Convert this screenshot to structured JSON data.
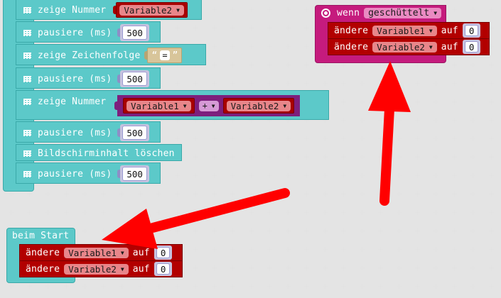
{
  "blocks": {
    "main_stack": {
      "items": [
        {
          "label": "zeige Nummer",
          "variable": "Variable2"
        },
        {
          "label": "pausiere (ms)",
          "value": "500"
        },
        {
          "label": "zeige Zeichenfolge",
          "string_value": "="
        },
        {
          "label": "pausiere (ms)",
          "value": "500"
        },
        {
          "label": "zeige Nummer",
          "left_variable": "Variable1",
          "operator": "+",
          "right_variable": "Variable2"
        },
        {
          "label": "pausiere (ms)",
          "value": "500"
        },
        {
          "label": "Bildschirminhalt löschen"
        },
        {
          "label": "pausiere (ms)",
          "value": "500"
        }
      ]
    },
    "shake_event": {
      "header": "wenn",
      "gesture": "geschüttelt",
      "items": [
        {
          "label": "ändere",
          "variable": "Variable1",
          "to_label": "auf",
          "value": "0"
        },
        {
          "label": "ändere",
          "variable": "Variable2",
          "to_label": "auf",
          "value": "0"
        }
      ]
    },
    "on_start": {
      "header": "beim Start",
      "items": [
        {
          "label": "ändere",
          "variable": "Variable1",
          "to_label": "auf",
          "value": "0"
        },
        {
          "label": "ändere",
          "variable": "Variable2",
          "to_label": "auf",
          "value": "0"
        }
      ]
    }
  },
  "arrows": {
    "color": "#ff0000"
  },
  "colors": {
    "basic_teal": "#5cc9c9",
    "variable_red": "#b20000",
    "input_magenta": "#c51b7d",
    "math_purple": "#7d1f7d",
    "text_tan": "#d8c59a"
  }
}
